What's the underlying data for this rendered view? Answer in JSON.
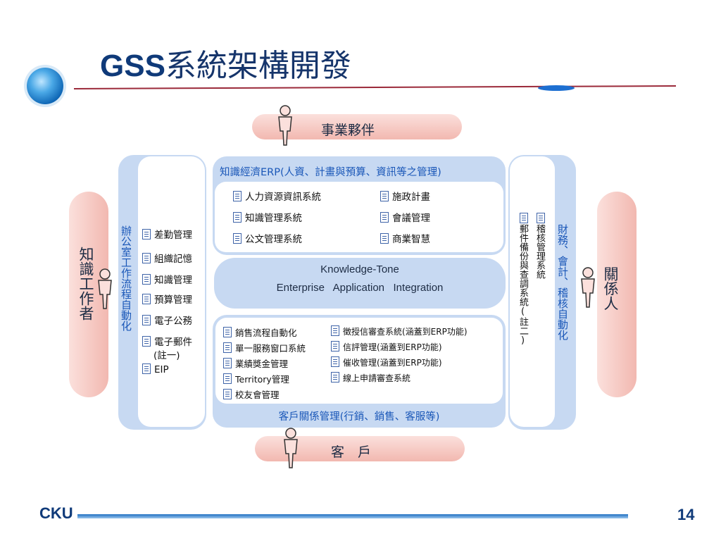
{
  "title": {
    "prefix": "GSS",
    "rest": "系統架構開發"
  },
  "top_label": "事業夥伴",
  "bottom_label": "客　戶",
  "left_actor": "知識工作者",
  "right_actor": "關係人",
  "left_panel": {
    "vertical_title": "辦公室工作流程自動化",
    "items": [
      "差勤管理",
      "組織記憶",
      "知識管理",
      "預算管理",
      "電子公務",
      "電子郵件",
      "(註一)",
      "EIP"
    ]
  },
  "erp": {
    "header": "知識經濟ERP(人資、計畫與預算、資訊等之管理)",
    "items_left": [
      "人力資源資訊系統",
      "知識管理系統",
      "公文管理系統"
    ],
    "items_right": [
      "施政計畫",
      "會議管理",
      "商業智慧"
    ]
  },
  "middle": {
    "line1": "Knowledge-Tone",
    "line2": "Enterprise   Application   Integration"
  },
  "crm": {
    "footer": "客戶關係管理(行銷、銷售、客服等)",
    "items_left": [
      "銷售流程自動化",
      "單一服務窗口系統",
      "業績獎金管理",
      "Territory管理",
      "校友會管理"
    ],
    "items_right": [
      "徵授信審查系統(涵蓋到ERP功能)",
      "信評管理(涵蓋到ERP功能)",
      "催收管理(涵蓋到ERP功能)",
      "線上申請審查系統"
    ]
  },
  "right_panel": {
    "vertical_title": "財務、會計、稽核自動化",
    "col1": "稽核管理系統",
    "col2": "郵件備份與查調系統(註二)"
  },
  "footer": {
    "logo": "CKU",
    "page": "14"
  },
  "colors": {
    "title": "#16356b",
    "panel_blue": "#c7d9f2",
    "pink": "#f2b8b0",
    "vertical_text": "#1a57b8"
  }
}
